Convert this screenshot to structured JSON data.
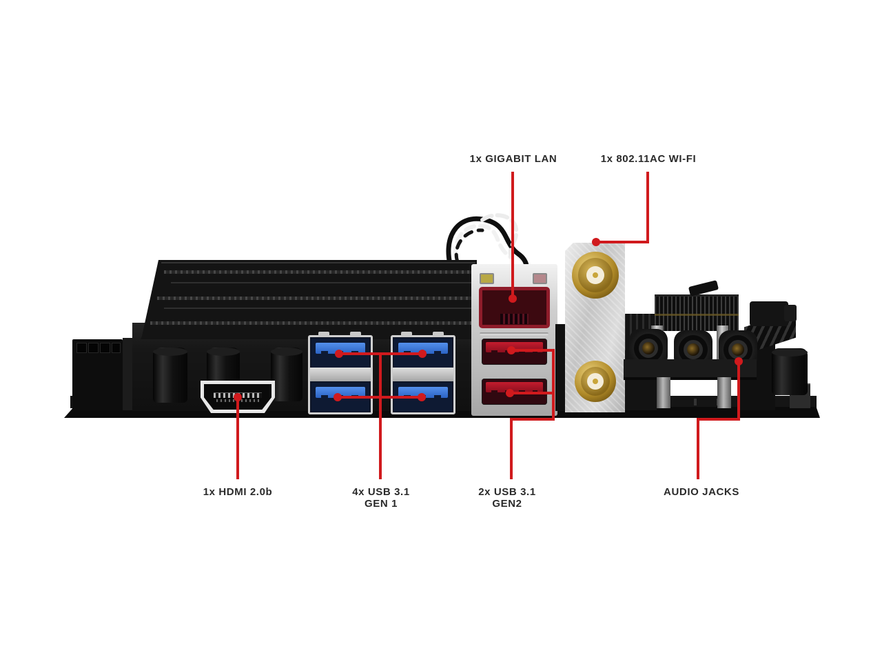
{
  "image_type": "annotated product photo of motherboard rear I/O panel",
  "callouts": {
    "gigabit_lan": {
      "label": "1x GIGABIT LAN"
    },
    "wifi": {
      "label": "1x 802.11AC WI-FI"
    },
    "hdmi": {
      "label": "1x HDMI 2.0b"
    },
    "usb31_gen1": {
      "label_line1": "4x USB 3.1",
      "label_line2": "GEN 1"
    },
    "usb31_gen2": {
      "label_line1": "2x USB 3.1",
      "label_line2": "GEN2"
    },
    "audio": {
      "label": "AUDIO JACKS"
    }
  },
  "colors": {
    "background": "#ffffff",
    "callout_line_red": "#d01a1d",
    "label_text": "#2a2a2a",
    "usb_gen1_blue": "#3a78d8",
    "usb_gen2_red": "#b01626",
    "lan_port_red": "#8e1c2a",
    "sma_gold": "#c9a53a",
    "bracket_silver": "#d9d9d9",
    "heatsink_black": "#141414",
    "pcb_black": "#0b0b0b"
  }
}
